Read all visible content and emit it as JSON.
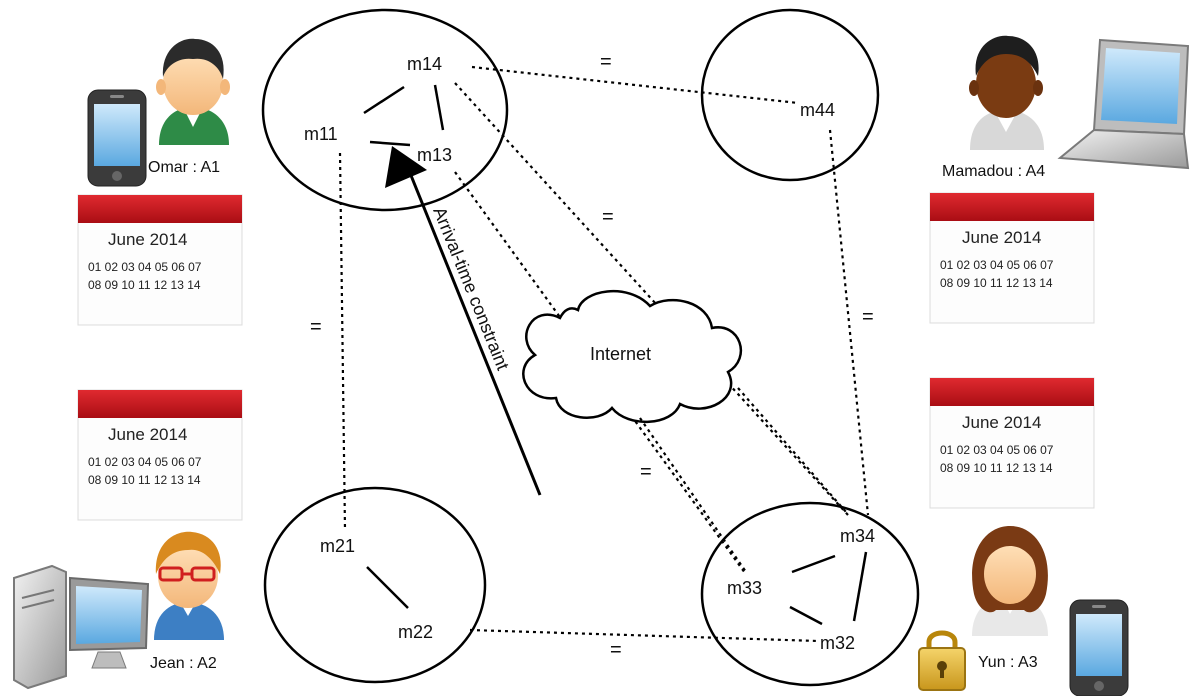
{
  "messages": {
    "m11": "m11",
    "m13": "m13",
    "m14": "m14",
    "m21": "m21",
    "m22": "m22",
    "m32": "m32",
    "m33": "m33",
    "m34": "m34",
    "m44": "m44"
  },
  "agents": {
    "a1": "Omar : A1",
    "a2": "Jean : A2",
    "a3": "Yun : A3",
    "a4": "Mamadou : A4"
  },
  "calendar": {
    "month": "June 2014",
    "row1": "01 02 03 04 05 06 07",
    "row2": "08 09 10 11 12 13 14"
  },
  "network": "Internet",
  "constraint": "Arrival-time constraint",
  "equal_sign": "=",
  "colors": {
    "calendar_header": "#c8141c",
    "omar_shirt": "#2e8b47",
    "jean_shirt": "#3d7fc4",
    "screen_blue": "#7fc1ee"
  }
}
